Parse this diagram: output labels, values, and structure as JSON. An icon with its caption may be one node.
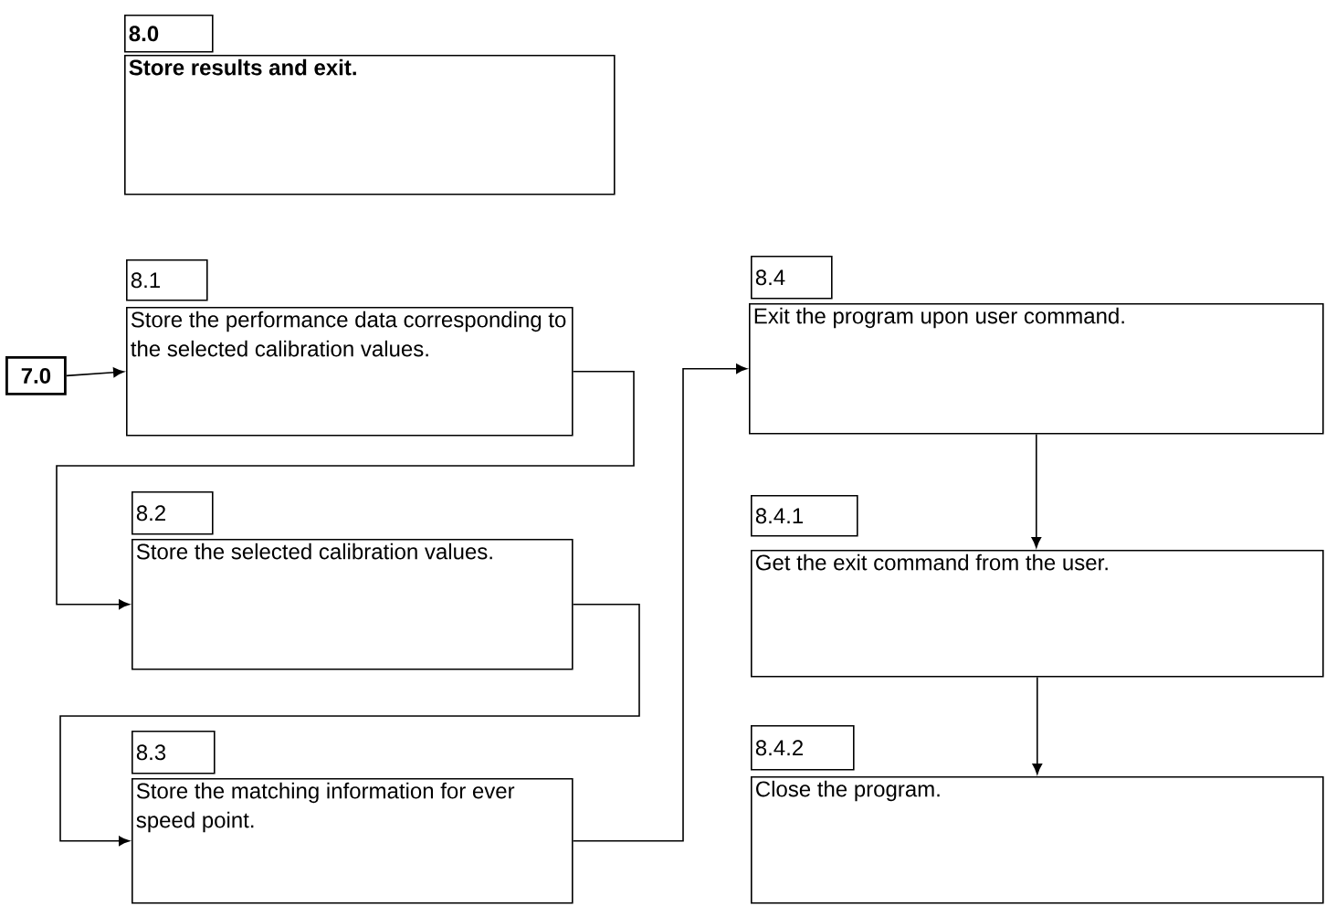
{
  "diagram": {
    "nodes": [
      {
        "text": [
          "8.0",
          "Store results and exit."
        ]
      },
      {
        "text": [
          "7.0"
        ]
      },
      {
        "text": [
          "8.1",
          "Store the performance data corresponding to the selected calibration values."
        ]
      },
      {
        "text": [
          "8.2",
          "Store the selected calibration values."
        ]
      },
      {
        "text": [
          "8.3",
          "Store the matching information for ever speed point."
        ]
      },
      {
        "text": [
          "8.4",
          "Exit the program upon user command."
        ]
      },
      {
        "text": [
          "8.4.1",
          "Get the exit command from the user."
        ]
      },
      {
        "text": [
          "8.4.2",
          "Close the program."
        ]
      }
    ],
    "edges": [
      {
        "from": 1,
        "to": 2,
        "arrow": "to"
      },
      {
        "from": 2,
        "to": 3,
        "arrow": "to"
      },
      {
        "from": 3,
        "to": 4,
        "arrow": "to"
      },
      {
        "from": 4,
        "to": 5,
        "arrow": "to"
      },
      {
        "from": 5,
        "to": 6,
        "arrow": "to"
      },
      {
        "from": 6,
        "to": 7,
        "arrow": "to"
      }
    ]
  }
}
